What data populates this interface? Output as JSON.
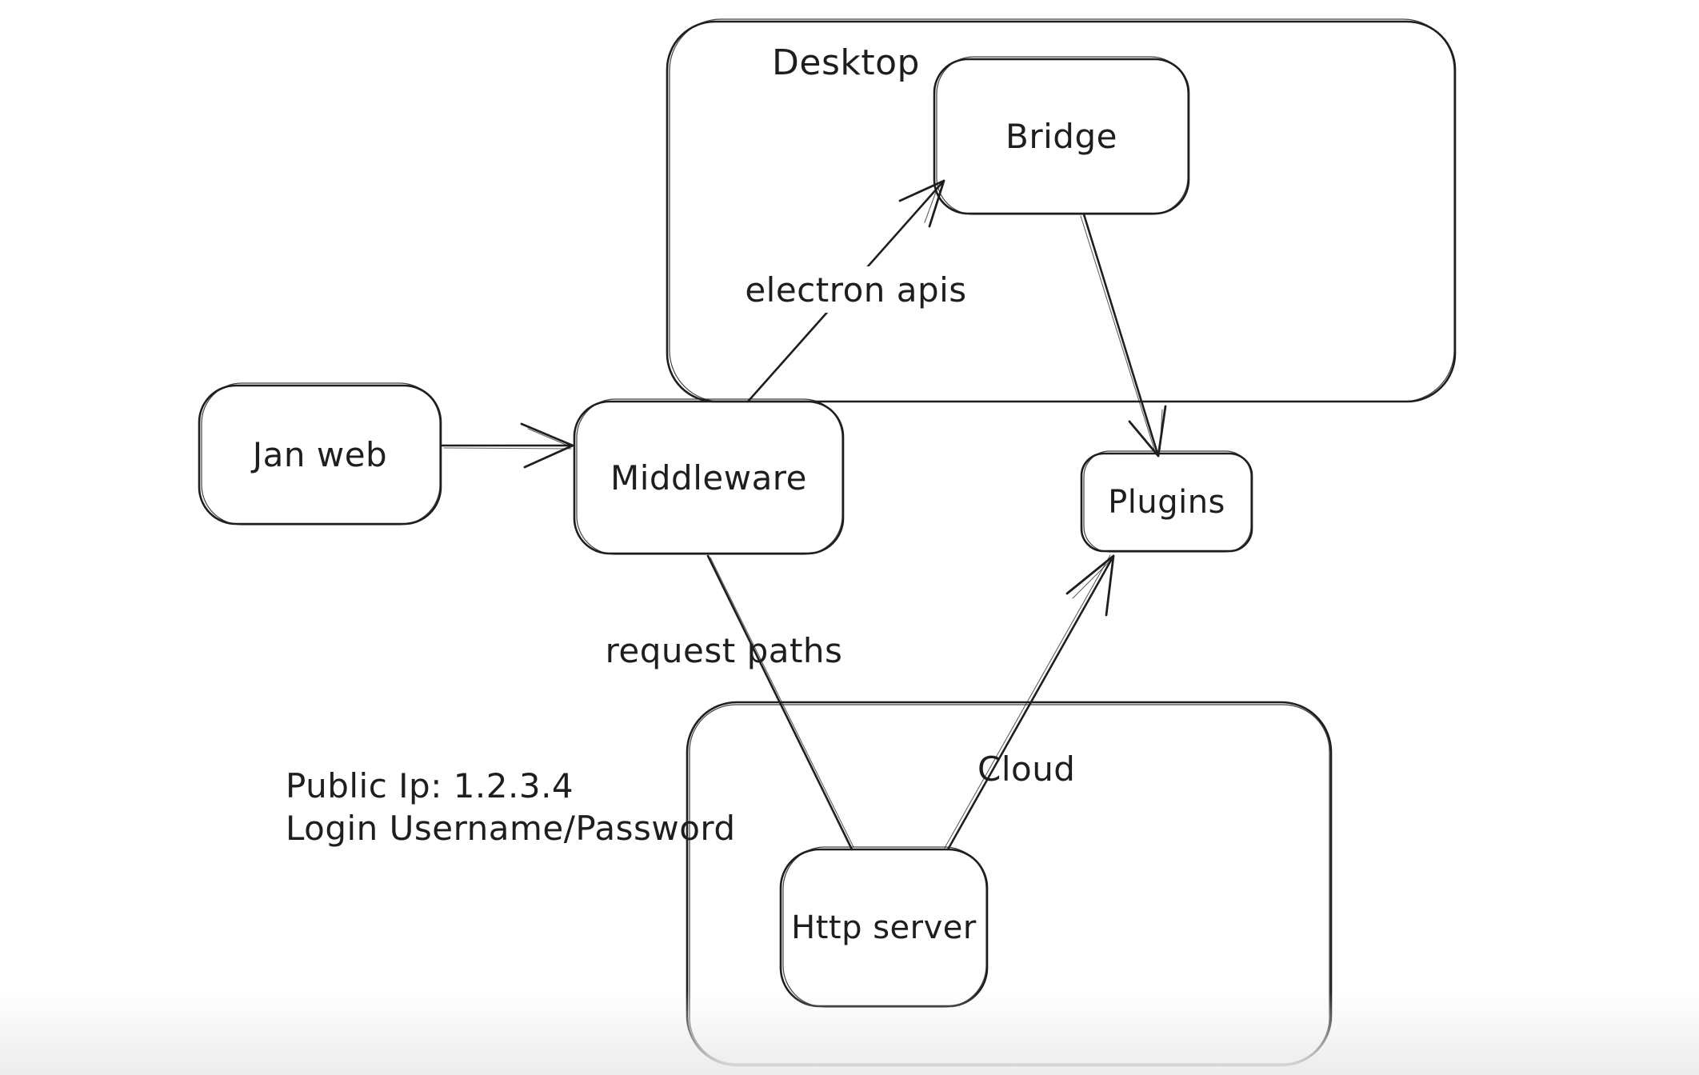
{
  "canvas": {
    "background": "#ffffff",
    "stroke_color": "#1e1e1e",
    "bottom_fade_color": "#ececee"
  },
  "containers": {
    "desktop": {
      "label": "Desktop"
    },
    "cloud": {
      "label": "Cloud"
    }
  },
  "nodes": {
    "jan_web": {
      "label": "Jan web"
    },
    "middleware": {
      "label": "Middleware"
    },
    "bridge": {
      "label": "Bridge"
    },
    "plugins": {
      "label": "Plugins"
    },
    "http_server": {
      "label": "Http server"
    }
  },
  "edges": {
    "jan_web_to_middleware": {
      "from": "Jan web",
      "to": "Middleware"
    },
    "middleware_to_bridge": {
      "from": "Middleware",
      "to": "Bridge",
      "label": "electron apis"
    },
    "bridge_to_plugins": {
      "from": "Bridge",
      "to": "Plugins"
    },
    "middleware_to_http_server": {
      "from": "Middleware",
      "to": "Http server",
      "label": "request paths"
    },
    "http_server_to_plugins": {
      "from": "Http server",
      "to": "Plugins"
    }
  },
  "annotations": {
    "line1": "Public Ip: 1.2.3.4",
    "line2": "Login Username/Password"
  }
}
